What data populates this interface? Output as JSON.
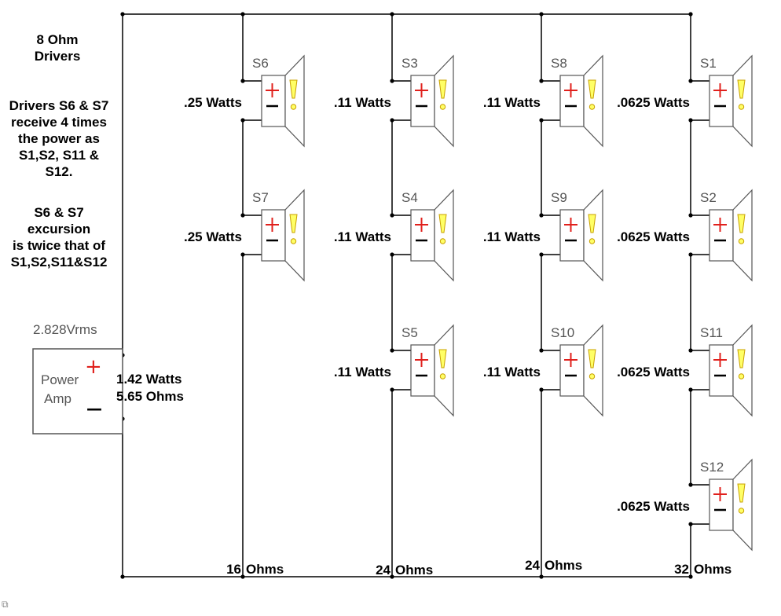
{
  "notes": {
    "heading": [
      "8 Ohm",
      "Drivers"
    ],
    "power_note": [
      "Drivers S6 & S7",
      "receive 4 times",
      "the power as",
      "S1,S2, S11 &",
      "S12."
    ],
    "excursion_note": [
      "S6 & S7",
      "excursion",
      "is twice that of",
      "S1,S2,S11&S12"
    ]
  },
  "amp": {
    "voltage": "2.828Vrms",
    "label_line1": "Power",
    "label_line2": "Amp",
    "plus": "+",
    "minus": "—",
    "watts": "1.42 Watts",
    "ohms": "5.65 Ohms"
  },
  "speakers": [
    {
      "name": "S6",
      "watts": ".25 Watts"
    },
    {
      "name": "S7",
      "watts": ".25 Watts"
    },
    {
      "name": "S3",
      "watts": ".11 Watts"
    },
    {
      "name": "S4",
      "watts": ".11 Watts"
    },
    {
      "name": "S5",
      "watts": ".11 Watts"
    },
    {
      "name": "S8",
      "watts": ".11 Watts"
    },
    {
      "name": "S9",
      "watts": ".11 Watts"
    },
    {
      "name": "S10",
      "watts": ".11 Watts"
    },
    {
      "name": "S1",
      "watts": ".0625 Watts"
    },
    {
      "name": "S2",
      "watts": ".0625 Watts"
    },
    {
      "name": "S11",
      "watts": ".0625 Watts"
    },
    {
      "name": "S12",
      "watts": ".0625 Watts"
    }
  ],
  "branches": [
    {
      "impedance": "16",
      "unit": "Ohms"
    },
    {
      "impedance": "24",
      "unit": "Ohms"
    },
    {
      "impedance": "24",
      "unit": "Ohms"
    },
    {
      "impedance": "32",
      "unit": "Ohms"
    }
  ],
  "colors": {
    "wire": "#000000",
    "plus": "#e0201c",
    "warning_fill": "#ffff66",
    "warning_stroke": "#c8a000",
    "box_stroke": "#555555"
  }
}
